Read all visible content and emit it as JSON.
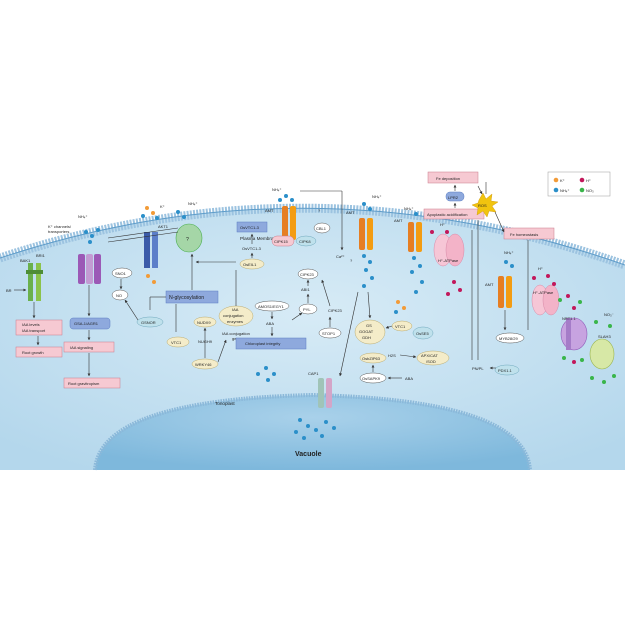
{
  "membranes": {
    "plasma_membrane": "Plasma Membrane",
    "tonoplast": "Tonoplast",
    "vacuole": "Vacuole"
  },
  "legend": {
    "k": "K⁺",
    "h": "H⁺",
    "nh4": "NH₄⁺",
    "no3": "NO₃"
  },
  "ions": {
    "nh4": "NH₄⁺",
    "k": "K⁺",
    "ca": "Ca²⁺",
    "h": "H⁺",
    "no3": "NO₃⁻",
    "br": "BR",
    "question": "?"
  },
  "left": {
    "bak1": "BAK1",
    "bri1": "BRI1",
    "k_channels_1": "K⁺ channels/",
    "k_channels_2": "transporters",
    "iaa_levels_1": "IAA levels",
    "iaa_levels_2": "IAA transport",
    "root_growth": "Root growth",
    "gsa1": "GSA-1/AGR1",
    "iaa_signaling": "IAA signaling",
    "root_gravitropism": "Root gravitropism",
    "sno1": "SNO1",
    "no": "NO",
    "gsnor": "GSNOR",
    "akt1": "AKT1"
  },
  "center": {
    "n_glycosylation": "N-glycosylation",
    "vtc1": "VTC1",
    "nudx9": "NUDX9",
    "nugh9": "NUGH9",
    "wrky46": "WRKY46",
    "iaa_conj_1": "IAA",
    "iaa_conj_2": "conjugation",
    "iaa_conj_3": "enzymes",
    "iaa_conj_genes_1": "IAA conjugation",
    "iaa_conj_genes_2": "genes",
    "iaa": "IAA",
    "osvtc1_3": "OsVTC1-3",
    "osvtc1_3b": "OsVTC1-3",
    "oseil1": "OsEIL1",
    "amos1": "AMOS1/EGY1",
    "aba": "ABA",
    "chloroplast": "Chloroplast integrity",
    "cipk15": "CIPK15",
    "cbl1": "CBL1",
    "cipk8": "CIPK8",
    "cipk23": "CIPK23",
    "cipk23b": "CIPK23",
    "abi1": "ABI1",
    "pyl": "PYL",
    "stop1": "STOP1",
    "amt": "AMT"
  },
  "right": {
    "gs_1": "GS",
    "gs_2": "GOGAT",
    "gs_3": "GDH",
    "vtc1": "VTC1",
    "osses": "OsSE5",
    "h2s": "H2S",
    "apx": "APX/CAT",
    "sod": "/SOD",
    "osbzip": "OsbZIP63",
    "ossapk9": "OsSAPK9",
    "aba": "ABA",
    "cap1": "CAP1",
    "fe_deposition": "Fe deposition",
    "lpr2": "LPR2",
    "apoplastic": "Apoplastic acidification",
    "ros": "ROS",
    "fe_homeostasis": "Fe homeostasis",
    "h_atpase": "H⁺-ATPase",
    "h_atpase_b": "H⁺-ATPase",
    "myb": "MYB28/29",
    "pdx": "PDX1.1",
    "pn_pl": "PN/PL",
    "nrt": "NRT1.1",
    "slah3": "SLAH3",
    "amt": "AMT"
  }
}
